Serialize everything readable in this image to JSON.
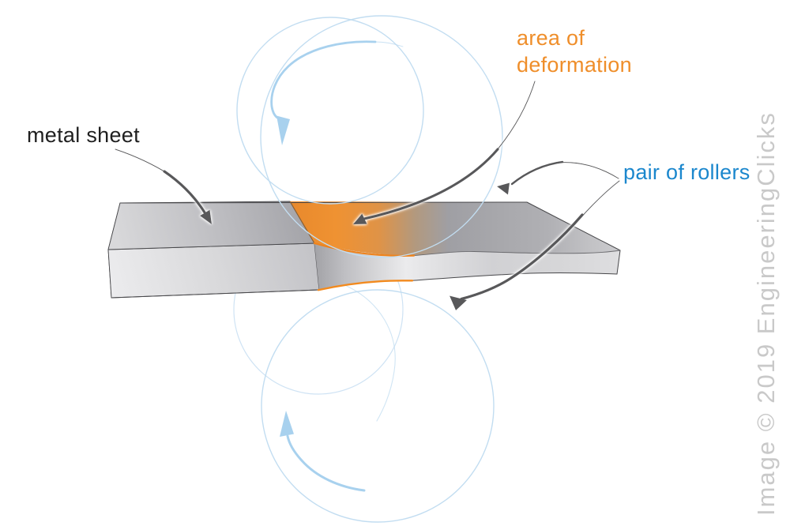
{
  "labels": {
    "metal_sheet": {
      "text": "metal sheet",
      "color": "#1f1f1f"
    },
    "area_of_deformation": {
      "line1": "area of",
      "line2": "deformation",
      "color": "#ef8e2a"
    },
    "pair_of_rollers": {
      "text": "pair of rollers",
      "color": "#1b87cd"
    }
  },
  "watermark": {
    "text": "Image © 2019 EngineeringClicks",
    "color": "#c9c9c9"
  },
  "diagram": {
    "subject": "sheet metal rolling between a pair of rollers",
    "elements": [
      "metal sheet (3D slab, thick on left, rolled thin on right)",
      "top roller outline (two overlapping circles)",
      "bottom roller outline (two overlapping circles)",
      "orange area of deformation at the roller nip",
      "rotation arrow on top roller (pointing down on left side)",
      "rotation arrow on bottom roller (pointing up on left side)",
      "annotation arrows from each label"
    ],
    "colors": {
      "background": "#ffffff",
      "deformation_orange": "#ee8d2a",
      "orange_edge": "#f28a1e",
      "roller_outline_blue": "#c2ddf1",
      "rotation_arrow_blue": "#a8d1ee",
      "annotation_arrow_gray": "#58585a",
      "sheet_gray_light": "#d8d8da",
      "sheet_gray_dark": "#a4a4a8",
      "sheet_edge": "#48484b"
    }
  }
}
